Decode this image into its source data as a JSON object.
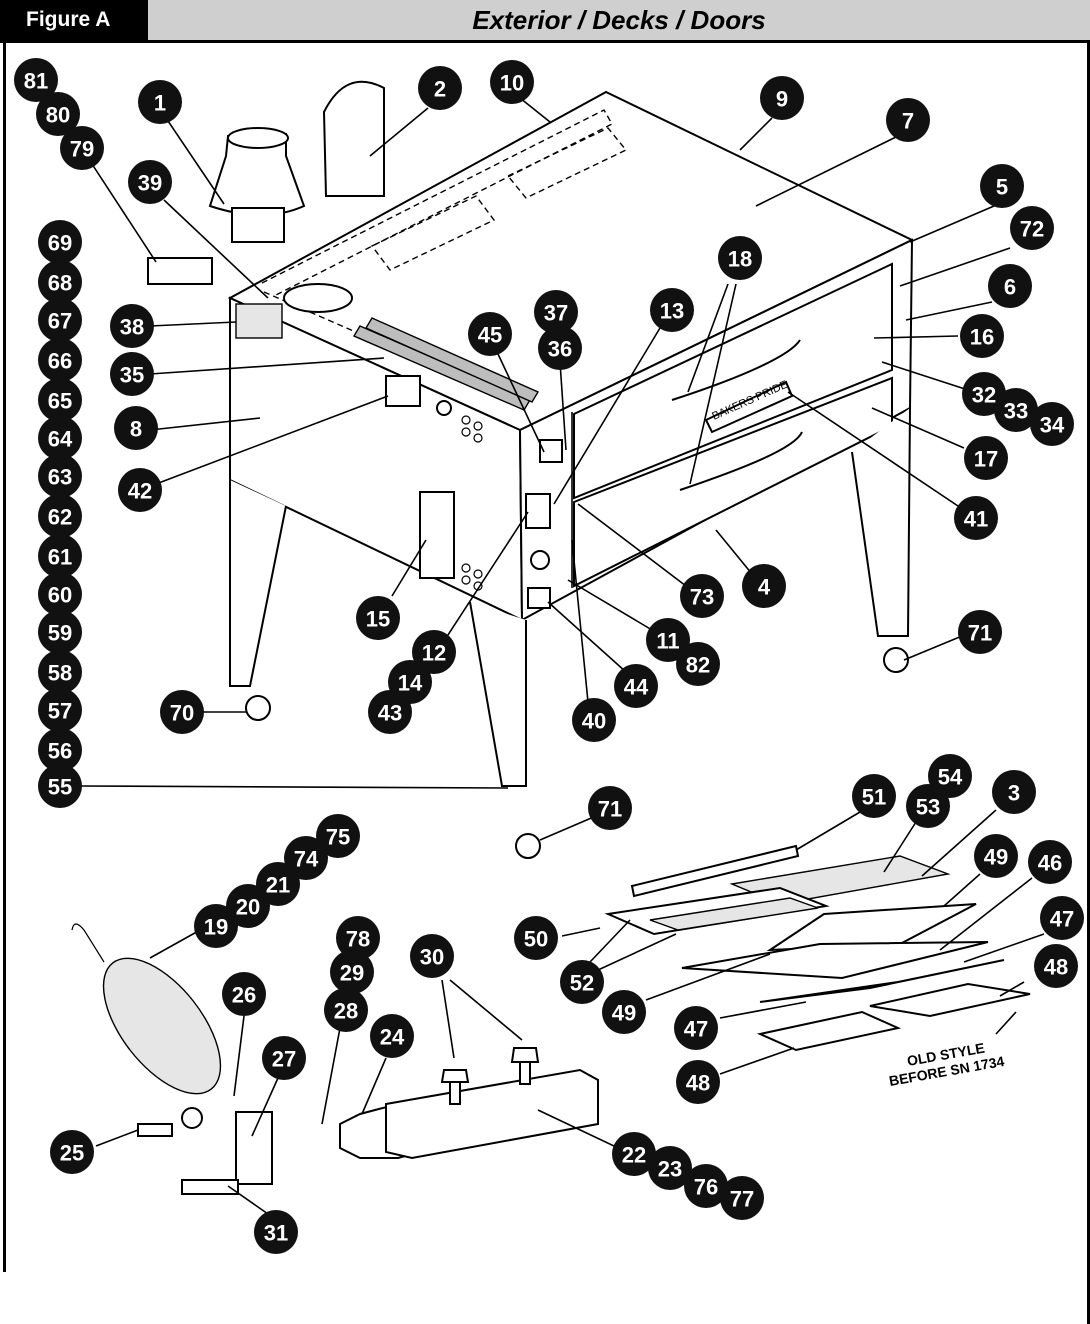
{
  "header": {
    "figure_label": "Figure A",
    "title": "Exterior / Decks / Doors"
  },
  "labels": {
    "brand": "BAKERS PRIDE",
    "old_style_line1": "OLD STYLE",
    "old_style_line2": "BEFORE SN 1734"
  },
  "callouts": [
    "81",
    "80",
    "79",
    "1",
    "2",
    "10",
    "9",
    "7",
    "39",
    "5",
    "72",
    "69",
    "68",
    "67",
    "38",
    "66",
    "35",
    "65",
    "8",
    "64",
    "42",
    "63",
    "62",
    "61",
    "60",
    "59",
    "58",
    "57",
    "56",
    "55",
    "18",
    "6",
    "16",
    "13",
    "37",
    "36",
    "45",
    "32",
    "33",
    "34",
    "17",
    "41",
    "73",
    "4",
    "15",
    "12",
    "14",
    "43",
    "11",
    "82",
    "44",
    "40",
    "71",
    "70",
    "71",
    "54",
    "51",
    "53",
    "3",
    "49",
    "46",
    "75",
    "74",
    "21",
    "20",
    "19",
    "78",
    "29",
    "30",
    "28",
    "26",
    "27",
    "24",
    "25",
    "31",
    "50",
    "52",
    "49",
    "47",
    "47",
    "48",
    "48",
    "22",
    "23",
    "76",
    "77"
  ]
}
